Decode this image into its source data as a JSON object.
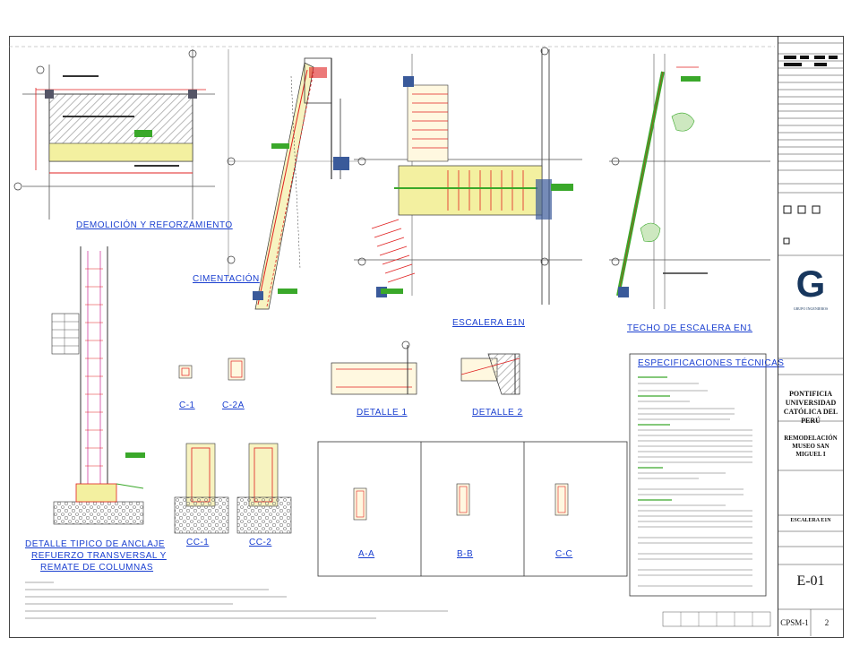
{
  "views": {
    "demolition": {
      "title": "DEMOLICIÓN Y REFORZAMIENTO"
    },
    "foundation": {
      "title": "CIMENTACIÓN"
    },
    "stair": {
      "title": "ESCALERA E1N"
    },
    "stair_roof": {
      "title": "TECHO DE ESCALERA EN1"
    },
    "column_detail": {
      "title_line1": "DETALLE TIPICO DE ANCLAJE",
      "title_line2": "REFUERZO TRANSVERSAL Y",
      "title_line3": "REMATE DE COLUMNAS"
    },
    "detail1": {
      "title": "DETALLE 1"
    },
    "detail2": {
      "title": "DETALLE 2"
    },
    "section_c1": {
      "title": "C-1"
    },
    "section_c2a": {
      "title": "C-2A"
    },
    "section_cc1": {
      "title": "CC-1"
    },
    "section_cc2": {
      "title": "CC-2"
    },
    "section_aa": {
      "title": "A-A"
    },
    "section_bb": {
      "title": "B-B"
    },
    "section_cc": {
      "title": "C-C"
    }
  },
  "specs": {
    "title": "ESPECIFICACIONES TÉCNICAS"
  },
  "title_block": {
    "university": "PONTIFICIA UNIVERSIDAD CATÓLICA DEL PERÚ",
    "project": "REMODELACIÓN MUSEO SAN MIGUEL I",
    "sheet_name": "ESCALERA E1N",
    "sheet_number": "E-01",
    "code": "CPSM-1",
    "page": "2",
    "logo_letter": "G",
    "logo_text": "GRUPO INGENIEROS"
  },
  "colors": {
    "blue_title": "#1a3fd0",
    "green": "#3aa82a",
    "red": "#e02020",
    "yellow_fill": "#f3f0a0",
    "hatch": "#b8b8b8",
    "title_block_logo": "#17365d"
  }
}
